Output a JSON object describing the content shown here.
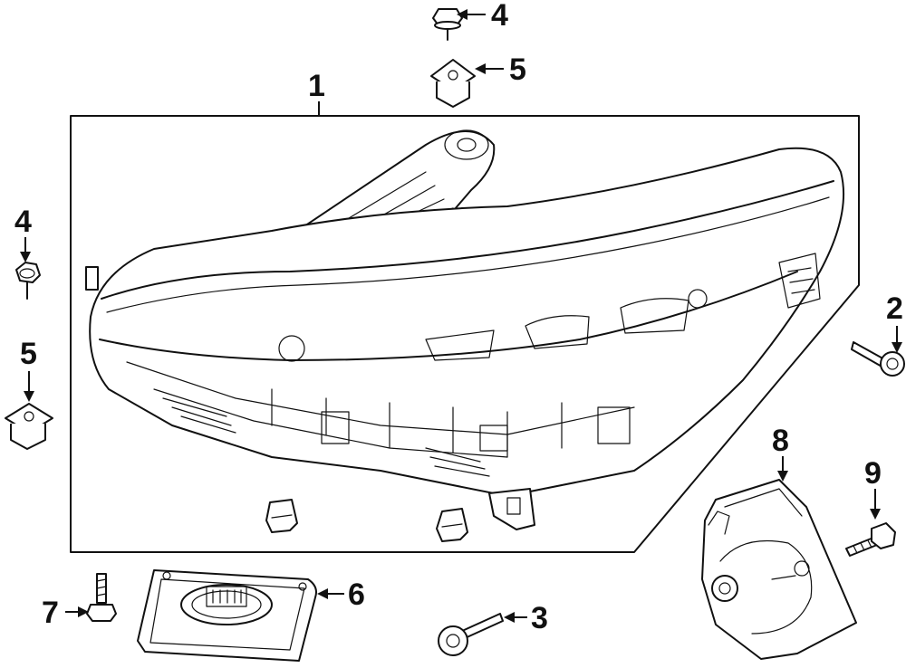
{
  "callouts": {
    "c1": "1",
    "c2": "2",
    "c3": "3",
    "c4_top": "4",
    "c4_left": "4",
    "c5_top": "5",
    "c5_left": "5",
    "c6": "6",
    "c7": "7",
    "c8": "8",
    "c9": "9"
  }
}
